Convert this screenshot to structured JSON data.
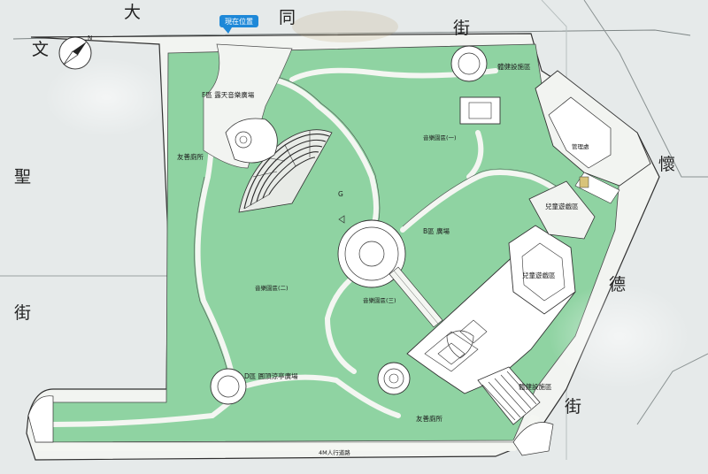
{
  "streets": {
    "north_1": "大",
    "north_2": "同",
    "north_3": "街",
    "west_1": "文",
    "west_2": "聖",
    "west_3": "街",
    "east_1": "懷",
    "east_2": "德",
    "east_3": "街"
  },
  "you_are_here": "現在位置",
  "zones": {
    "f_zone": "F區 露天音樂廣場",
    "toilet_west": "友善廁所",
    "music_garden_1": "音樂園區(一)",
    "music_garden_2": "音樂園區(二)",
    "music_garden_3": "音樂園區(三)",
    "b_zone": "B區 廣場",
    "d_zone": "D區 圓頂涼亭廣場",
    "toilet_south": "友善廁所",
    "fitness_top": "體健設施區",
    "fitness_bottom": "體健設施區",
    "kids_play_1": "兒童遊戲區",
    "kids_play_2": "兒童遊戲區",
    "office": "管理處",
    "walkway": "4M人行道路",
    "g_marker": "G"
  },
  "colors": {
    "lawn": "#8fd3a2",
    "path": "#f4f6f2",
    "sky_tag": "#1e88d8"
  },
  "icons": {
    "compass": "north-arrow-icon",
    "location_pin": "map-pin-icon"
  }
}
